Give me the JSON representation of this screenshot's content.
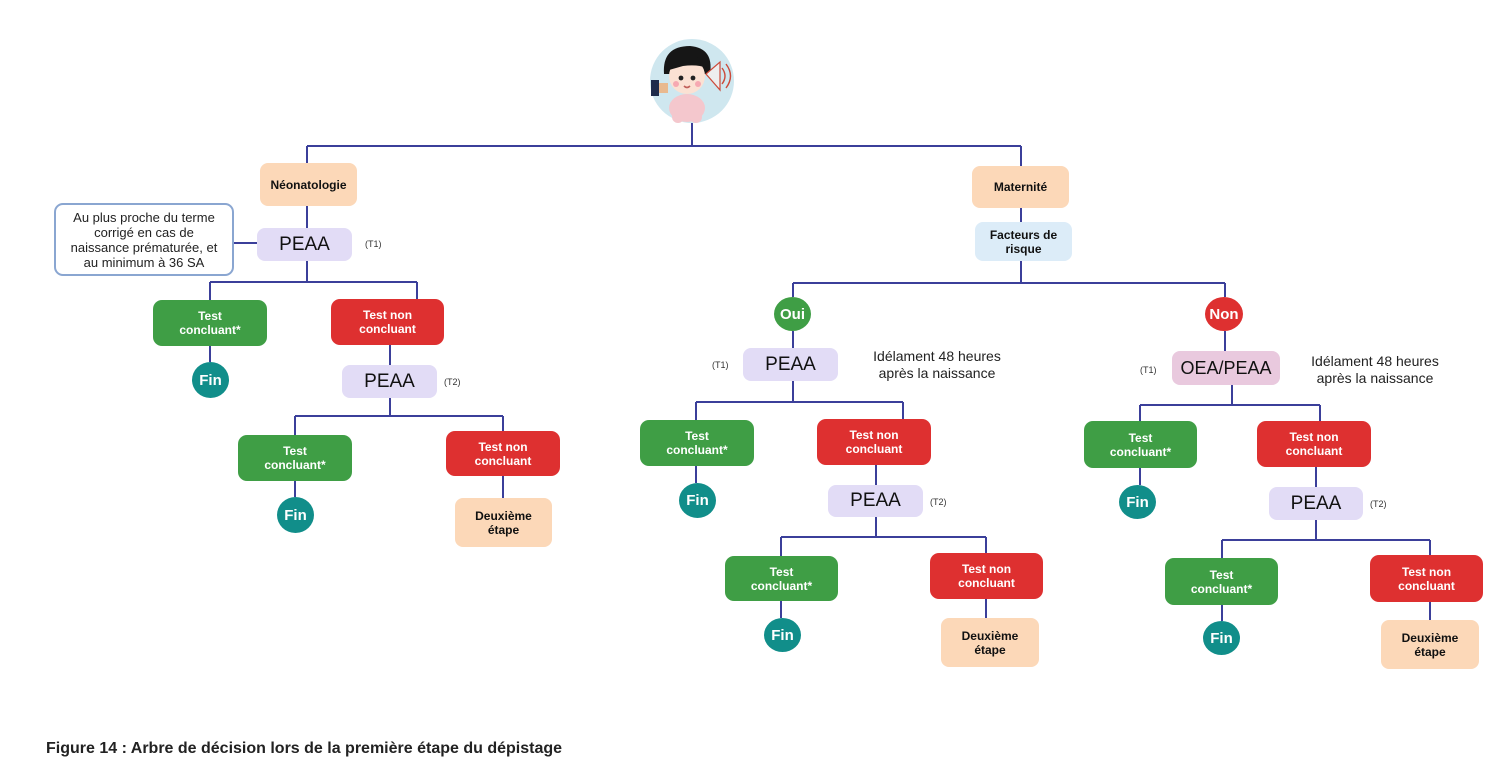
{
  "diagram": {
    "branches": {
      "neonatologie": {
        "label": "Néonatologie",
        "note": "Au plus proche du terme\ncorrigé en cas de\nnaissance prématurée, et\nau minimum à 36 SA",
        "test1": {
          "label": "PEAA",
          "tag": "(T1)"
        },
        "pass1": "Test\nconcluant*",
        "fail1": "Test non\nconcluant",
        "end1": "Fin",
        "test2": {
          "label": "PEAA",
          "tag": "(T2)"
        },
        "pass2": "Test\nconcluant*",
        "fail2": "Test non\nconcluant",
        "end2": "Fin",
        "next": "Deuxième\nétape"
      },
      "maternite": {
        "label": "Maternité",
        "risk": "Facteurs de\nrisque",
        "oui": {
          "label": "Oui",
          "test1": {
            "label": "PEAA",
            "tag": "(T1)"
          },
          "timing": "Idélament 48 heures\naprès la naissance",
          "pass1": "Test\nconcluant*",
          "fail1": "Test non\nconcluant",
          "end1": "Fin",
          "test2": {
            "label": "PEAA",
            "tag": "(T2)"
          },
          "pass2": "Test\nconcluant*",
          "fail2": "Test non\nconcluant",
          "end2": "Fin",
          "next": "Deuxième\nétape"
        },
        "non": {
          "label": "Non",
          "test1": {
            "label": "OEA/PEAA",
            "tag": "(T1)"
          },
          "timing": "Idélament 48 heures\naprès la naissance",
          "pass1": "Test\nconcluant*",
          "fail1": "Test non\nconcluant",
          "end1": "Fin",
          "test2": {
            "label": "PEAA",
            "tag": "(T2)"
          },
          "pass2": "Test\nconcluant*",
          "fail2": "Test non\nconcluant",
          "end2": "Fin",
          "next": "Deuxième\nétape"
        }
      }
    },
    "colors": {
      "line": "#3b3f9a",
      "pass": "#3f9e45",
      "fail": "#de3030",
      "end": "#118e8a",
      "peach": "#fcd8b8",
      "lavender": "#e2dcf6"
    }
  },
  "caption": "Figure 14 : Arbre de décision lors de la première étape du dépistage"
}
